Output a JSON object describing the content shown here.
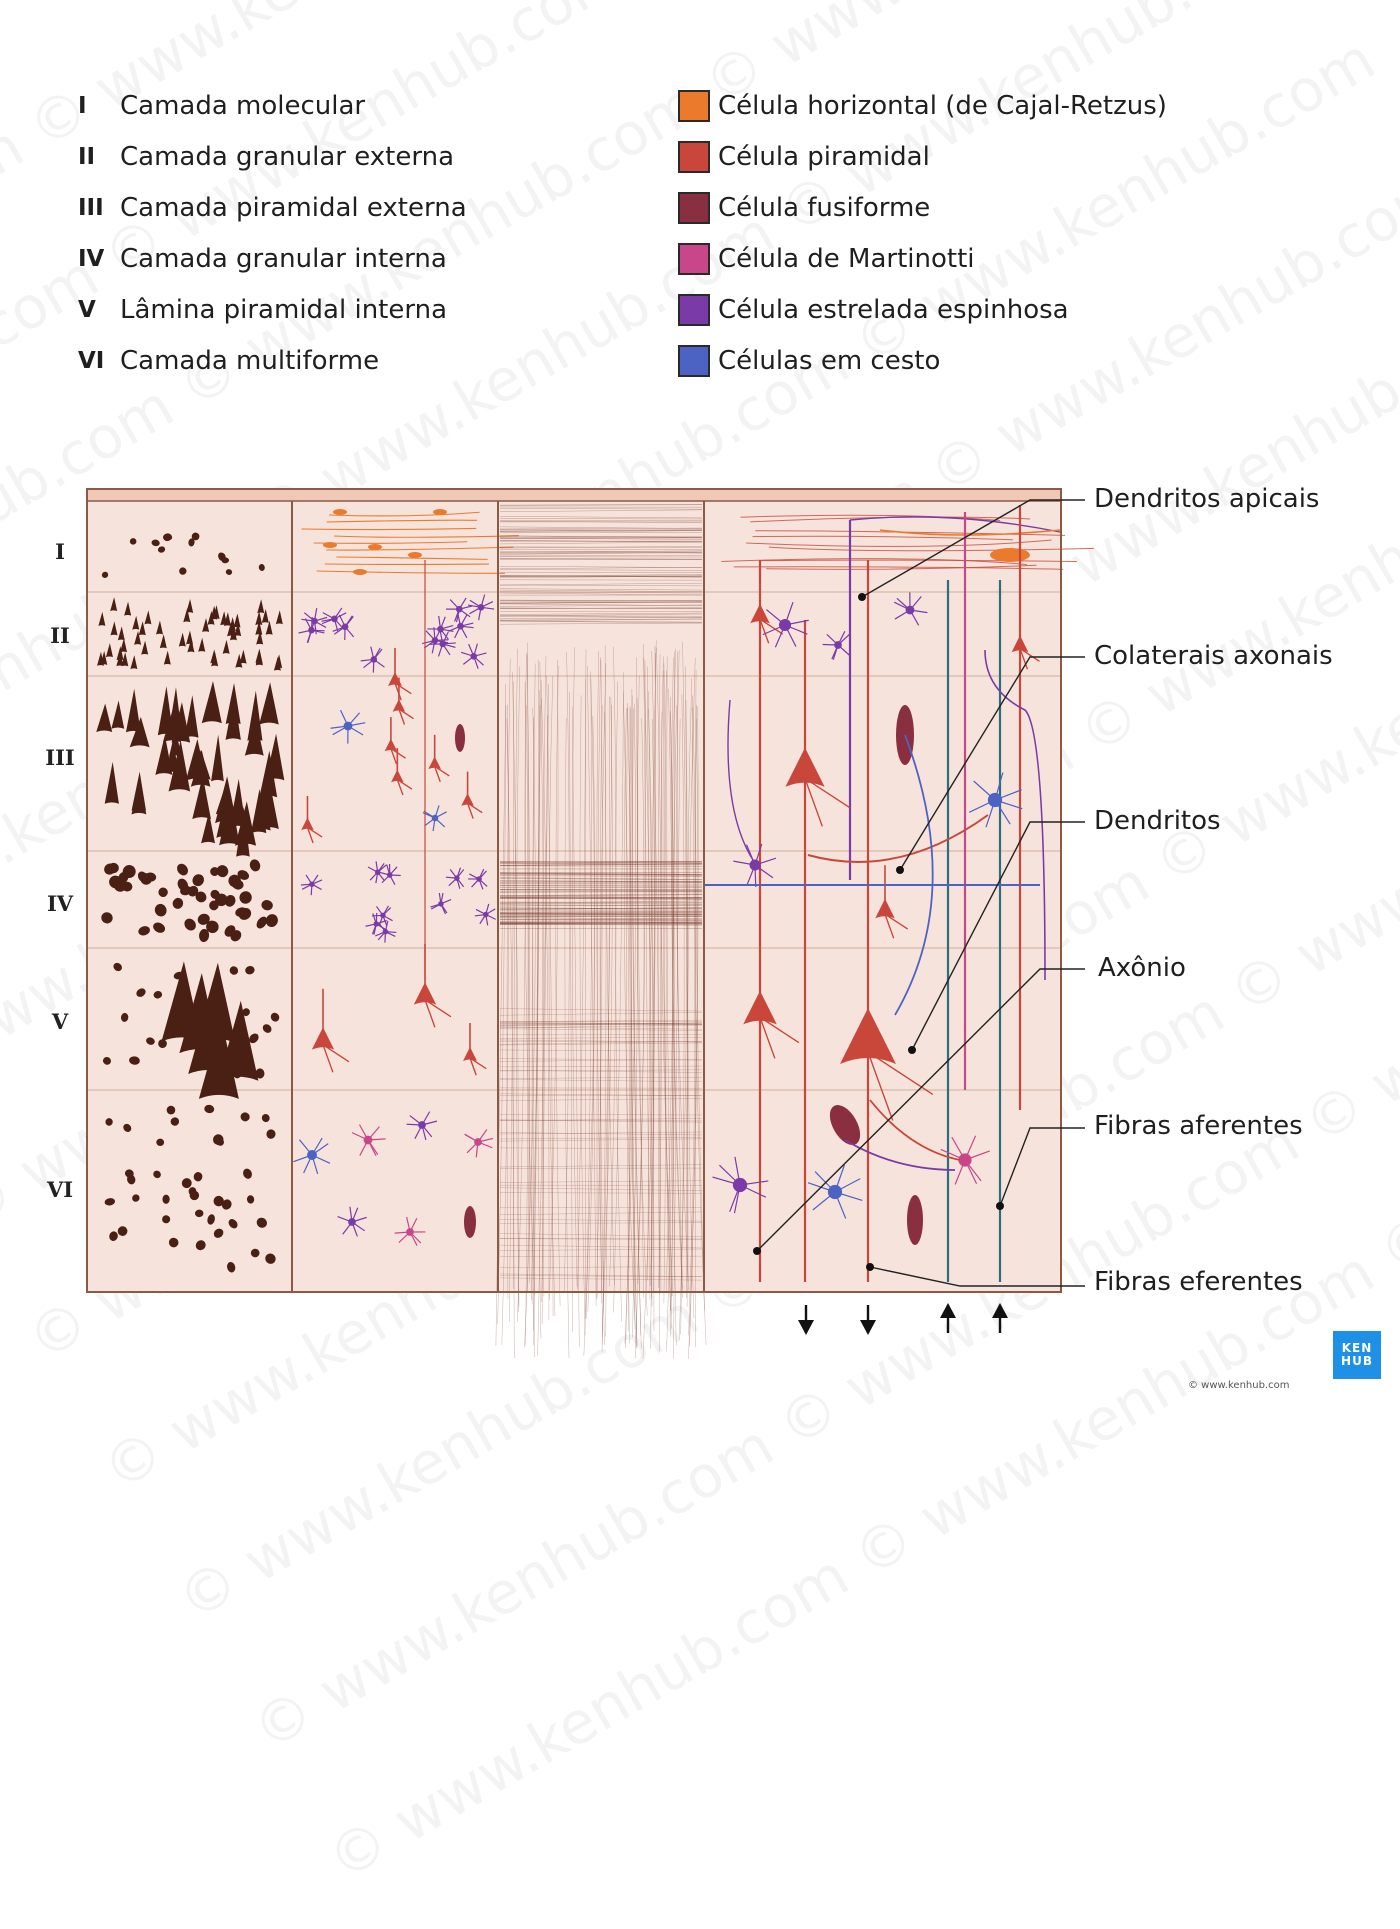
{
  "layers": [
    {
      "numeral": "I",
      "name": "Camada molecular"
    },
    {
      "numeral": "II",
      "name": "Camada granular externa"
    },
    {
      "numeral": "III",
      "name": "Camada piramidal externa"
    },
    {
      "numeral": "IV",
      "name": "Camada granular interna"
    },
    {
      "numeral": "V",
      "name": "Lâmina piramidal interna"
    },
    {
      "numeral": "VI",
      "name": "Camada multiforme"
    }
  ],
  "cell_types": [
    {
      "name": "Célula horizontal (de Cajal-Retzus)",
      "color": "#ec7a2c"
    },
    {
      "name": "Célula piramidal",
      "color": "#c9473a"
    },
    {
      "name": "Célula fusiforme",
      "color": "#8a2f3f"
    },
    {
      "name": "Célula de Martinotti",
      "color": "#c8468a"
    },
    {
      "name": "Célula estrelada espinhosa",
      "color": "#7a3aa8"
    },
    {
      "name": "Células em cesto",
      "color": "#4d63c4"
    }
  ],
  "callouts": {
    "apical": "Dendritos apicais",
    "collateral": "Colaterais axonais",
    "dendrites": "Dendritos",
    "axon": "Axônio",
    "afferent": "Fibras aferentes",
    "efferent": "Fibras eferentes"
  },
  "watermark": "© www.kenhub.com",
  "logo": {
    "line1": "KEN",
    "line2": "HUB"
  },
  "credit": "© www.kenhub.com",
  "colors": {
    "tissue": "#f6e4dc",
    "border": "#8a5a45",
    "nissl": "#4a1f14",
    "fiber": "#7a3b2e",
    "teal": "#2f6d7e"
  }
}
